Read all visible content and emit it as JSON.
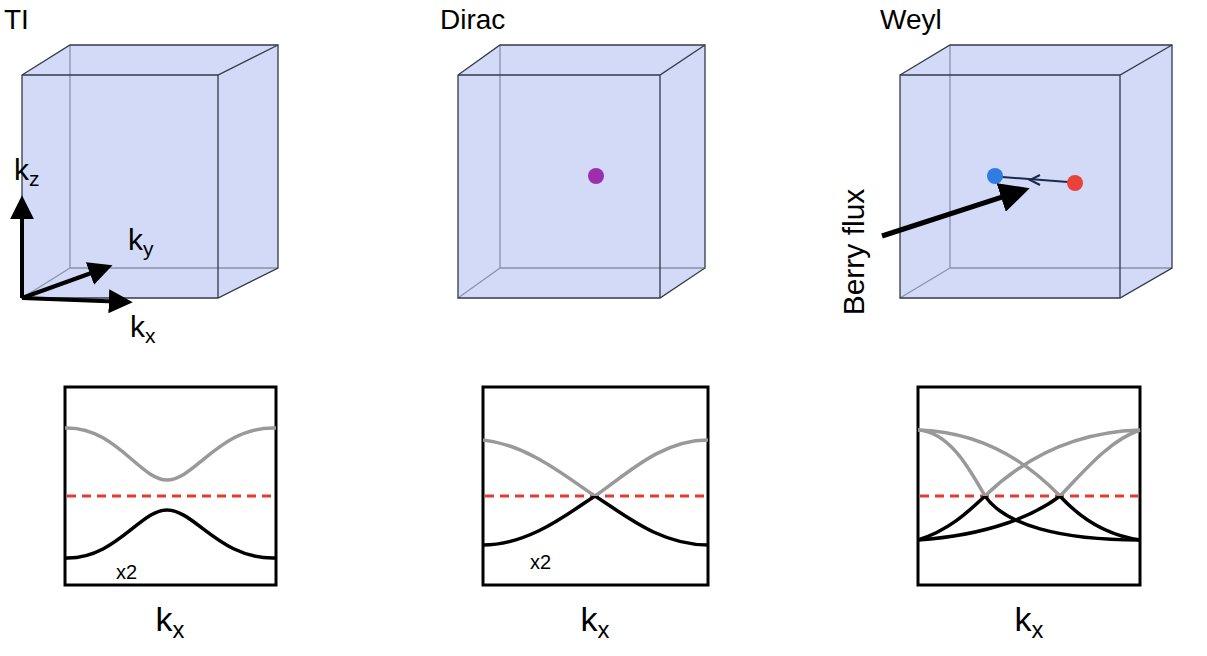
{
  "diagram": {
    "labels": [
      "TI",
      "Dirac",
      "Weyl",
      "kz",
      "ky",
      "kx",
      "Berry flux",
      "x2",
      "x2",
      "kx",
      "kx",
      "kx"
    ]
  }
}
